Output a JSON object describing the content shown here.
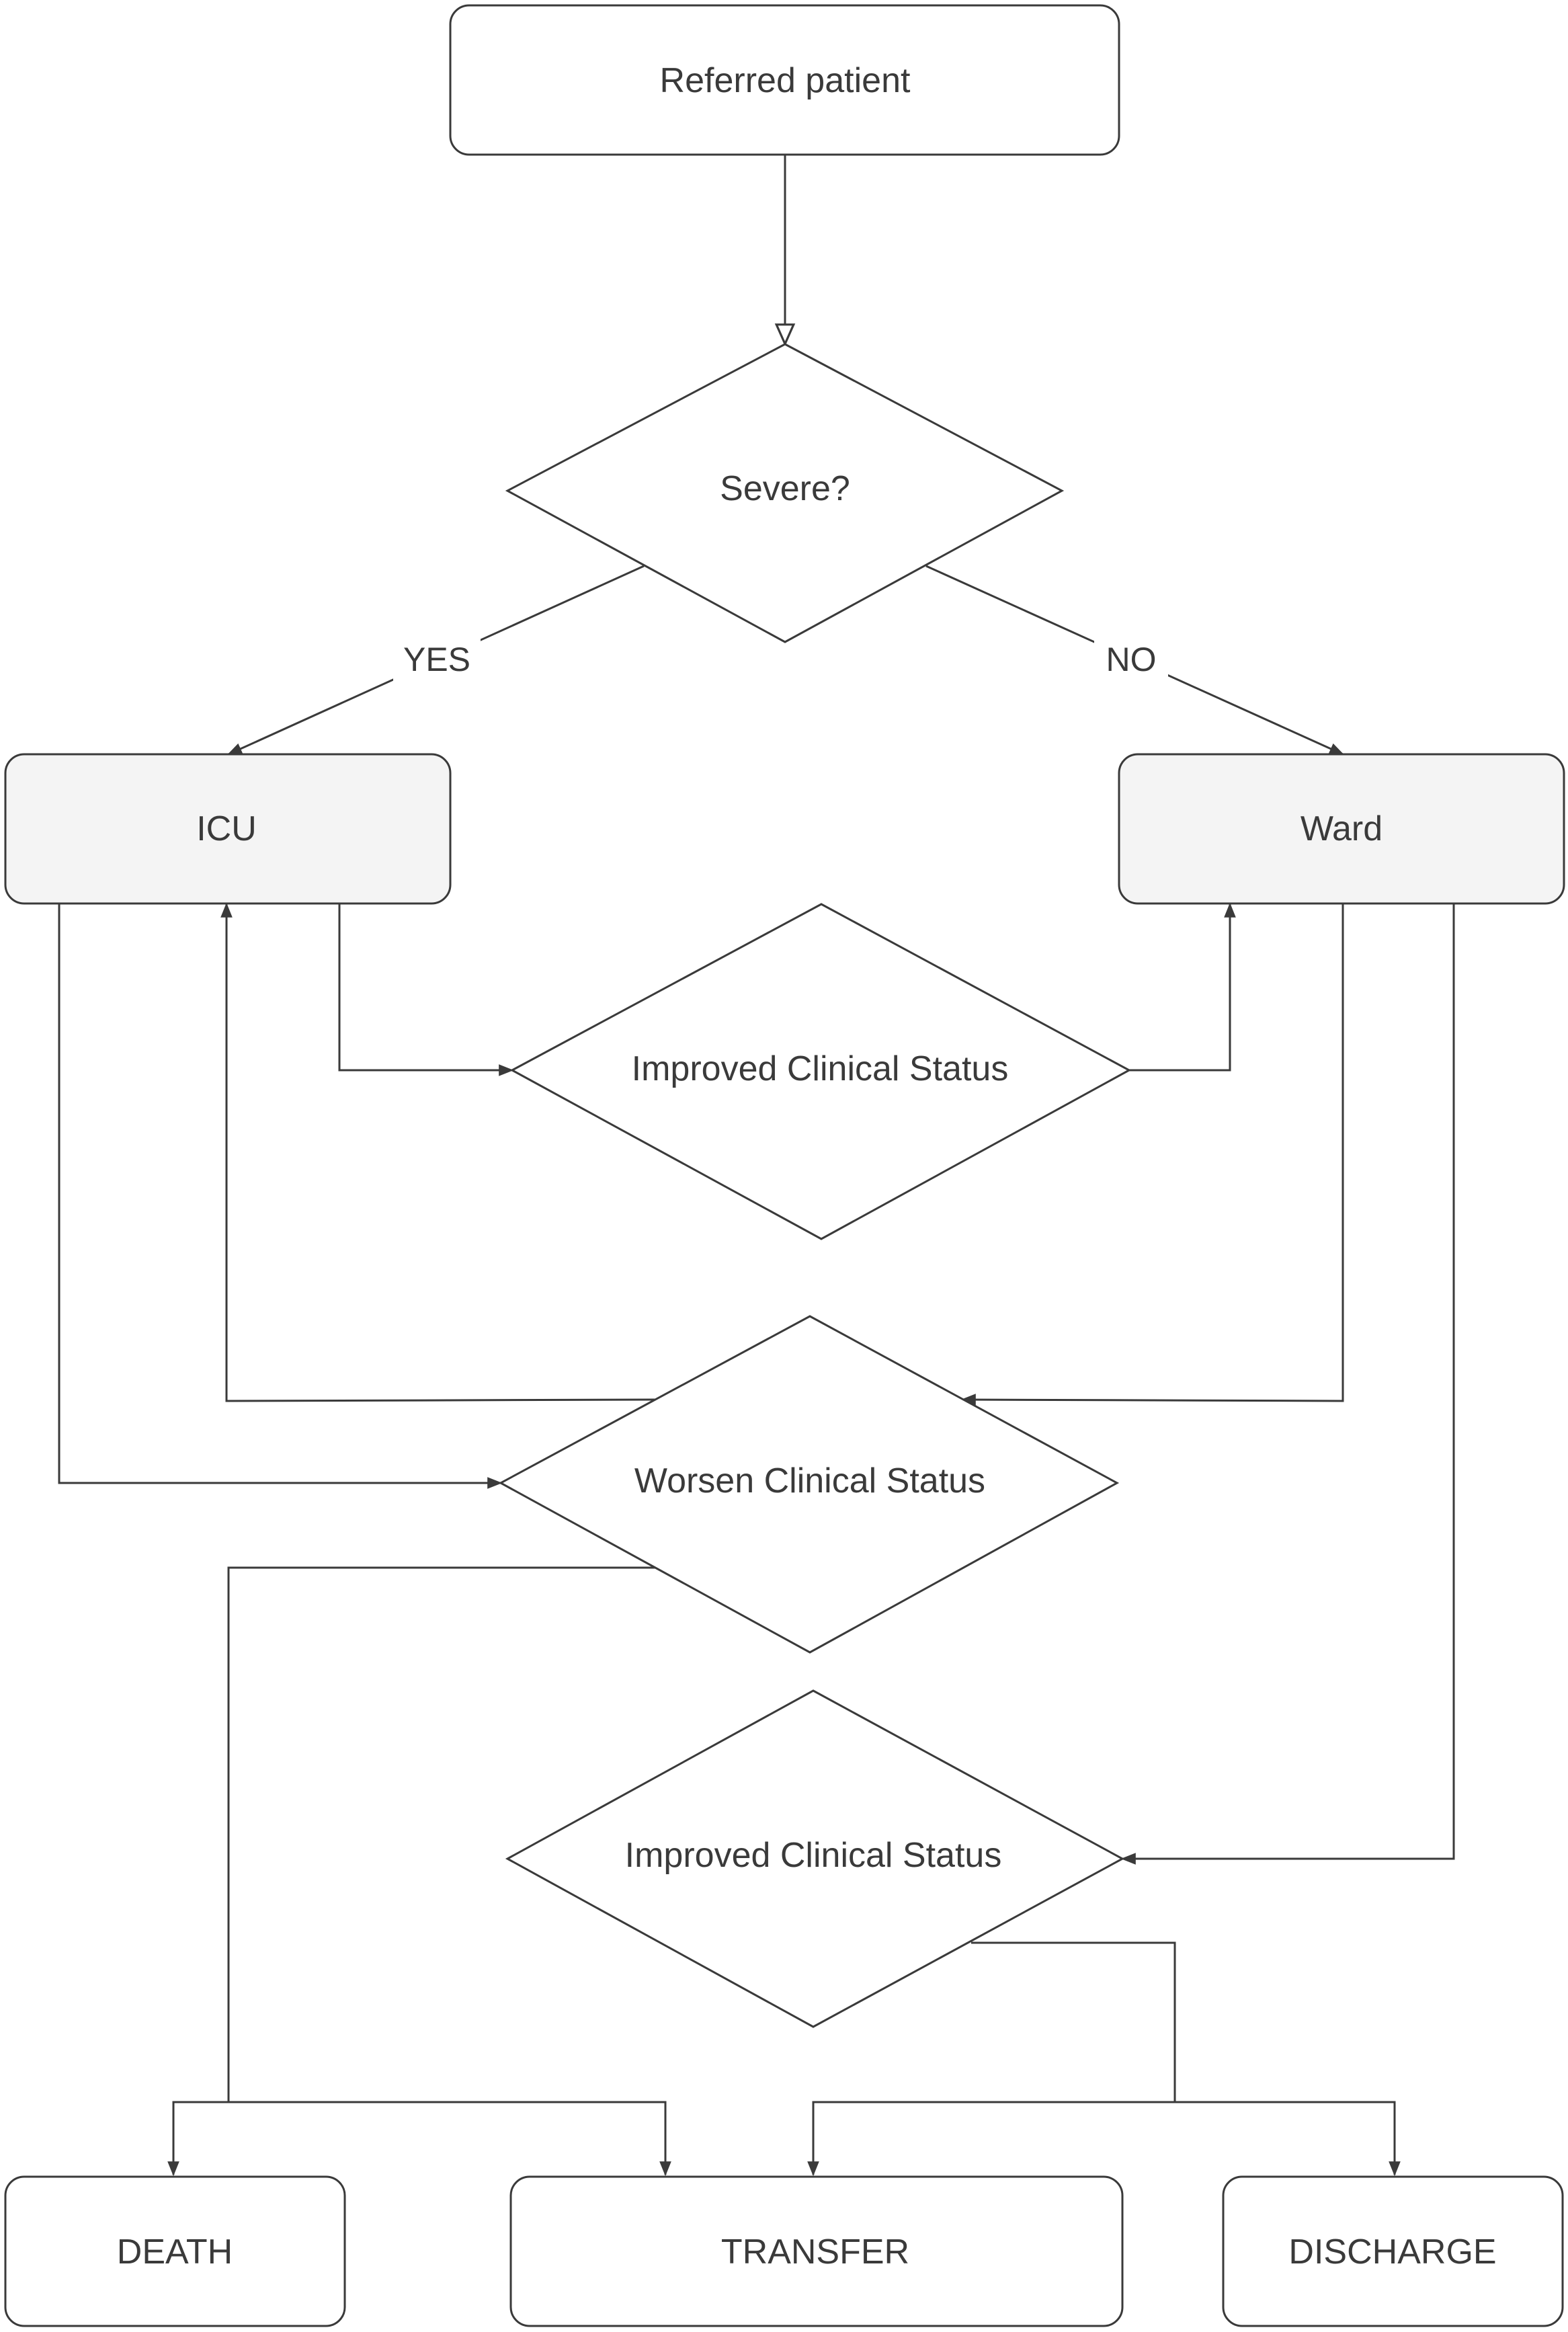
{
  "diagram": {
    "nodes": {
      "start": {
        "label": "Referred patient",
        "shape": "rounded-rect"
      },
      "severe": {
        "label": "Severe?",
        "shape": "diamond"
      },
      "icu": {
        "label": "ICU",
        "shape": "rounded-rect"
      },
      "ward": {
        "label": "Ward",
        "shape": "rounded-rect"
      },
      "improved_top": {
        "label": "Improved Clinical Status",
        "shape": "diamond"
      },
      "worsen": {
        "label": "Worsen Clinical Status",
        "shape": "diamond"
      },
      "improved_bottom": {
        "label": "Improved Clinical Status",
        "shape": "diamond"
      },
      "death": {
        "label": "DEATH",
        "shape": "rounded-rect"
      },
      "transfer": {
        "label": "TRANSFER",
        "shape": "rounded-rect"
      },
      "discharge": {
        "label": "DISCHARGE",
        "shape": "rounded-rect"
      }
    },
    "edge_labels": {
      "yes": "YES",
      "no": "NO"
    },
    "colors": {
      "stroke": "#3a3a3a",
      "box_fill": "#ffffff",
      "ward_icu_fill": "#f4f4f4",
      "text": "#3a3a3a"
    }
  }
}
